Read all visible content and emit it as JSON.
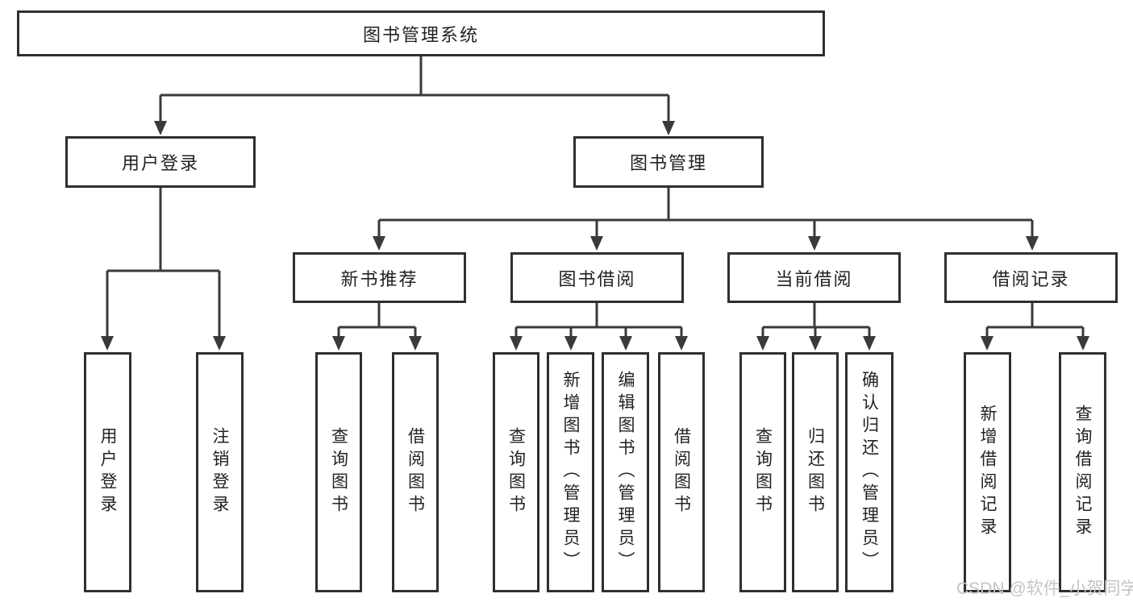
{
  "diagram": {
    "root": {
      "label": "图书管理系统"
    },
    "level2": [
      {
        "label": "用户登录"
      },
      {
        "label": "图书管理"
      }
    ],
    "level3": [
      {
        "label": "新书推荐"
      },
      {
        "label": "图书借阅"
      },
      {
        "label": "当前借阅"
      },
      {
        "label": "借阅记录"
      }
    ],
    "leaves": {
      "user_login": [
        "用户登录",
        "注销登录"
      ],
      "new_book_recommend": [
        "查询图书",
        "借阅图书"
      ],
      "book_borrow": [
        "查询图书",
        "新增图书（管理员）",
        "编辑图书（管理员）",
        "借阅图书"
      ],
      "current_borrow": [
        "查询图书",
        "归还图书",
        "确认归还（管理员）"
      ],
      "borrow_record": [
        "新增借阅记录",
        "查询借阅记录"
      ]
    },
    "watermark": "CSDN @软件_小贺同学",
    "colors": {
      "line": "#3a3a3a",
      "box_border": "#2f2f2f",
      "text": "#222222",
      "watermark": "#c4c4c4",
      "background": "#ffffff"
    }
  }
}
